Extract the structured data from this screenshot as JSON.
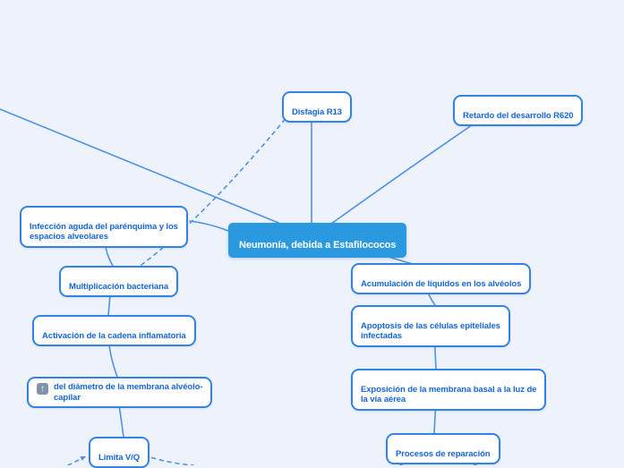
{
  "colors": {
    "background": "#eef2fb",
    "connector": "#4f93e6",
    "node_border": "#3383e7",
    "node_text": "#1566d4",
    "node_fill": "#ffffff",
    "central_fill": "#2b99e0",
    "central_text": "#ffffff",
    "icon_bg": "#7f93aa",
    "icon_text": "#ffffff"
  },
  "mindmap": {
    "central_topic": {
      "label": "Neumonía, debida a Estafilococos"
    },
    "nodes": {
      "disfagia": {
        "label": "Disfagia R13"
      },
      "retardo": {
        "label": "Retardo del desarrollo R620"
      },
      "infeccion": {
        "label": "Infección aguda del parénquima y los\nespacios alveolares"
      },
      "multiplicacion": {
        "label": "Multiplicación bacteriana"
      },
      "activacion": {
        "label": "Activación de la cadena inflamatoria"
      },
      "diametro": {
        "icon_name": "arrow-up-icon",
        "icon_glyph": "↑",
        "label": "del diámetro de la membrana alvéolo-\ncapilar"
      },
      "limita": {
        "label": "Limita V/Q"
      },
      "acumulacion": {
        "label": "Acumulación de líquidos en los alvéolos"
      },
      "apoptosis": {
        "label": "Apoptosis de las células epiteliales\ninfectadas"
      },
      "exposicion": {
        "label": "Exposición de la membrana basal a la luz de\nla vía aérea"
      },
      "procesos": {
        "label": "Procesos de reparación"
      }
    }
  }
}
